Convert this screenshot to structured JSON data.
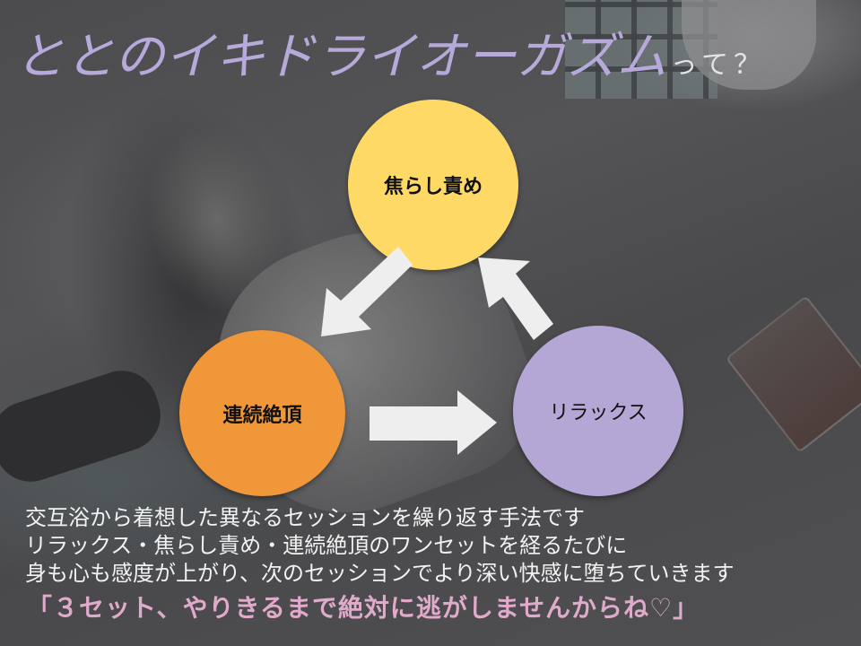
{
  "title": {
    "main": "ととのイキドライオーガズム",
    "suffix": "って？"
  },
  "cycle": {
    "nodes": [
      {
        "id": "top",
        "label": "焦らし責め",
        "color": "#ffd966"
      },
      {
        "id": "left",
        "label": "連続絶頂",
        "color": "#f0973a"
      },
      {
        "id": "right",
        "label": "リラックス",
        "color": "#b4a7d6"
      }
    ],
    "arrows": [
      {
        "from": "top",
        "to": "left",
        "icon": "arrow-down-left-icon"
      },
      {
        "from": "left",
        "to": "right",
        "icon": "arrow-right-icon"
      },
      {
        "from": "right",
        "to": "top",
        "icon": "arrow-up-left-icon"
      }
    ],
    "arrow_color": "#eeeeee"
  },
  "description": {
    "lines": [
      "交互浴から着想した異なるセッションを繰り返す手法です",
      "リラックス・焦らし責め・連続絶頂のワンセットを経るたびに",
      "身も心も感度が上がり、次のセッションでより深い快感に堕ちていきます"
    ],
    "quote": "「３セット、やりきるまで絶対に逃がしませんからね♡」",
    "quote_color": "#e0aacb"
  }
}
